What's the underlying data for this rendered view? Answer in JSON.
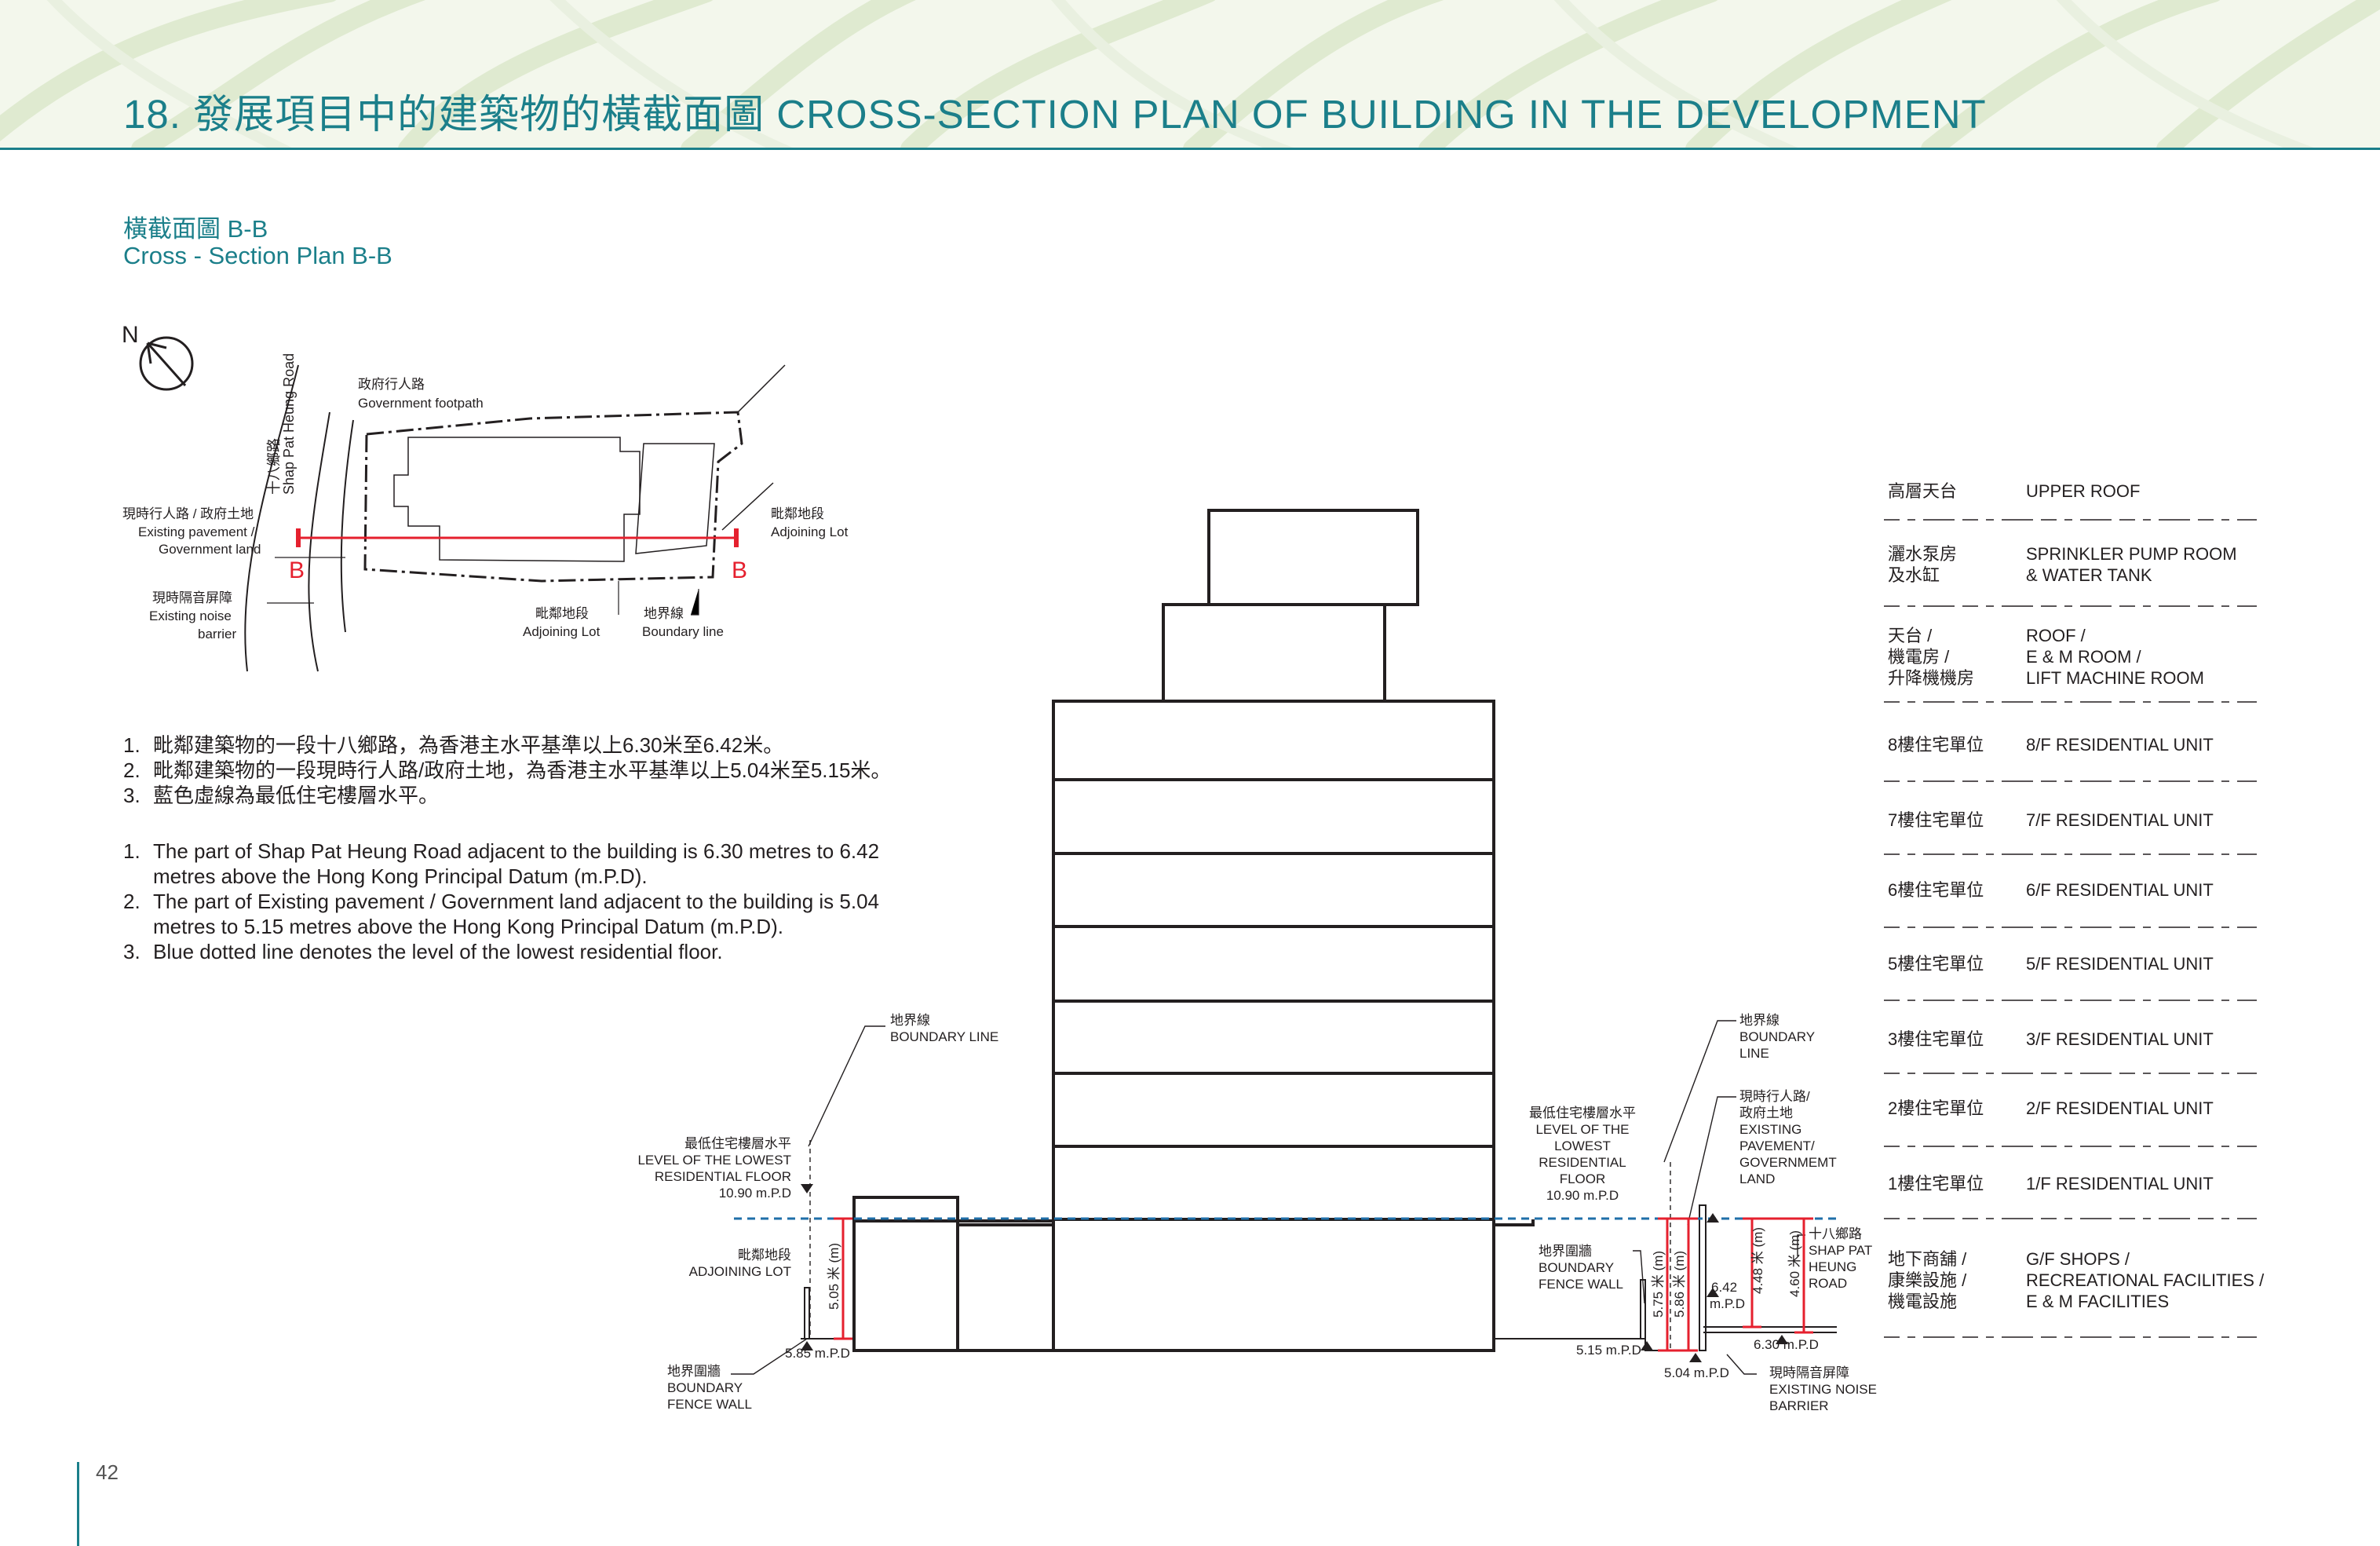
{
  "header": {
    "title": "18. 發展項目中的建築物的橫截面圖 CROSS-SECTION PLAN OF BUILDING IN THE DEVELOPMENT"
  },
  "section": {
    "title_zh": "橫截面圖 B-B",
    "title_en": "Cross - Section Plan B-B"
  },
  "key_plan": {
    "north": "N",
    "road_zh": "十八鄉路",
    "road_en": "Shap Pat Heung Road",
    "footpath_zh": "政府行人路",
    "footpath_en": "Government footpath",
    "pavement_zh": "現時行人路 / 政府土地",
    "pavement_en_1": "Existing pavement /",
    "pavement_en_2": "Government land",
    "noise_zh": "現時隔音屏障",
    "noise_en_1": "Existing noise",
    "noise_en_2": "barrier",
    "adjoining_right_zh": "毗鄰地段",
    "adjoining_right_en": "Adjoining Lot",
    "adjoining_bottom_zh": "毗鄰地段",
    "adjoining_bottom_en": "Adjoining Lot",
    "boundary_zh": "地界線",
    "boundary_en": "Boundary line",
    "section_mark_left": "B",
    "section_mark_right": "B"
  },
  "notes_zh": [
    {
      "num": "1.",
      "text": "毗鄰建築物的一段十八鄉路，為香港主水平基準以上6.30米至6.42米。"
    },
    {
      "num": "2.",
      "text": "毗鄰建築物的一段現時行人路/政府土地，為香港主水平基準以上5.04米至5.15米。"
    },
    {
      "num": "3.",
      "text": "藍色虛線為最低住宅樓層水平。"
    }
  ],
  "notes_en": [
    {
      "num": "1.",
      "line1": "The part of Shap Pat Heung Road adjacent to the building is 6.30 metres to 6.42",
      "line2": "metres above the Hong Kong Principal Datum (m.P.D)."
    },
    {
      "num": "2.",
      "line1": "The part of Existing pavement / Government land adjacent to the building is 5.04",
      "line2": "metres to 5.15 metres above the Hong Kong Principal Datum (m.P.D)."
    },
    {
      "num": "3.",
      "line1": "Blue dotted line denotes the level of the lowest residential floor.",
      "line2": ""
    }
  ],
  "section_labels": {
    "boundary_line_left_zh": "地界線",
    "boundary_line_left_en": "BOUNDARY LINE",
    "lowest_left_zh": "最低住宅樓層水平",
    "lowest_left_en1": "LEVEL OF THE LOWEST",
    "lowest_left_en2": "RESIDENTIAL FLOOR",
    "lowest_left_val": "10.90 m.P.D",
    "adjoining_zh": "毗鄰地段",
    "adjoining_en": "ADJOINING LOT",
    "dim_left": "5.05 米 (m)",
    "mpd_left": "5.85 m.P.D",
    "fence_left_zh": "地界圍牆",
    "fence_left_en1": "BOUNDARY",
    "fence_left_en2": "FENCE WALL",
    "lowest_right_zh": "最低住宅樓層水平",
    "lowest_right_en1": "LEVEL OF THE",
    "lowest_right_en2": "LOWEST",
    "lowest_right_en3": "RESIDENTIAL",
    "lowest_right_en4": "FLOOR",
    "lowest_right_val": "10.90 m.P.D",
    "fence_right_zh": "地界圍牆",
    "fence_right_en1": "BOUNDARY",
    "fence_right_en2": "FENCE WALL",
    "boundary_right_zh": "地界線",
    "boundary_right_en1": "BOUNDARY",
    "boundary_right_en2": "LINE",
    "pavement_zh1": "現時行人路/",
    "pavement_zh2": "政府土地",
    "pavement_en1": "EXISTING",
    "pavement_en2": "PAVEMENT/",
    "pavement_en3": "GOVERNMEMT",
    "pavement_en4": "LAND",
    "road_zh": "十八鄉路",
    "road_en1": "SHAP PAT",
    "road_en2": "HEUNG",
    "road_en3": "ROAD",
    "dim_575": "5.75 米 (m)",
    "dim_586": "5.86 米 (m)",
    "dim_448": "4.48 米 (m)",
    "dim_460": "4.60 米 (m)",
    "val_642a": "6.42",
    "val_642b": "m.P.D",
    "mpd_515": "5.15 m.P.D",
    "mpd_504": "5.04 m.P.D",
    "mpd_630": "6.30 m.P.D",
    "noise_zh": "現時隔音屏障",
    "noise_en1": "EXISTING NOISE",
    "noise_en2": "BARRIER"
  },
  "floors": [
    {
      "zh": [
        "高層天台"
      ],
      "en": [
        "UPPER ROOF"
      ]
    },
    {
      "zh": [
        "灑水泵房",
        "及水缸"
      ],
      "en": [
        "SPRINKLER PUMP ROOM",
        "& WATER TANK"
      ]
    },
    {
      "zh": [
        "天台 /",
        "機電房 /",
        "升降機機房"
      ],
      "en": [
        "ROOF /",
        "E & M ROOM /",
        "LIFT MACHINE ROOM"
      ]
    },
    {
      "zh": [
        "8樓住宅單位"
      ],
      "en": [
        "8/F RESIDENTIAL UNIT"
      ]
    },
    {
      "zh": [
        "7樓住宅單位"
      ],
      "en": [
        "7/F RESIDENTIAL UNIT"
      ]
    },
    {
      "zh": [
        "6樓住宅單位"
      ],
      "en": [
        "6/F RESIDENTIAL UNIT"
      ]
    },
    {
      "zh": [
        "5樓住宅單位"
      ],
      "en": [
        "5/F RESIDENTIAL UNIT"
      ]
    },
    {
      "zh": [
        "3樓住宅單位"
      ],
      "en": [
        "3/F RESIDENTIAL UNIT"
      ]
    },
    {
      "zh": [
        "2樓住宅單位"
      ],
      "en": [
        "2/F RESIDENTIAL UNIT"
      ]
    },
    {
      "zh": [
        "1樓住宅單位"
      ],
      "en": [
        "1/F RESIDENTIAL UNIT"
      ]
    },
    {
      "zh": [
        "地下商舖 /",
        "康樂設施 /",
        "機電設施"
      ],
      "en": [
        "G/F SHOPS /",
        "RECREATIONAL FACILITIES /",
        "E & M FACILITIES"
      ]
    }
  ],
  "footer": {
    "page_number": "42"
  },
  "colors": {
    "teal": "#1b7f8a",
    "red": "#e5202e",
    "blue_dash": "#1f6fa8",
    "leaf": "#dfead0"
  }
}
